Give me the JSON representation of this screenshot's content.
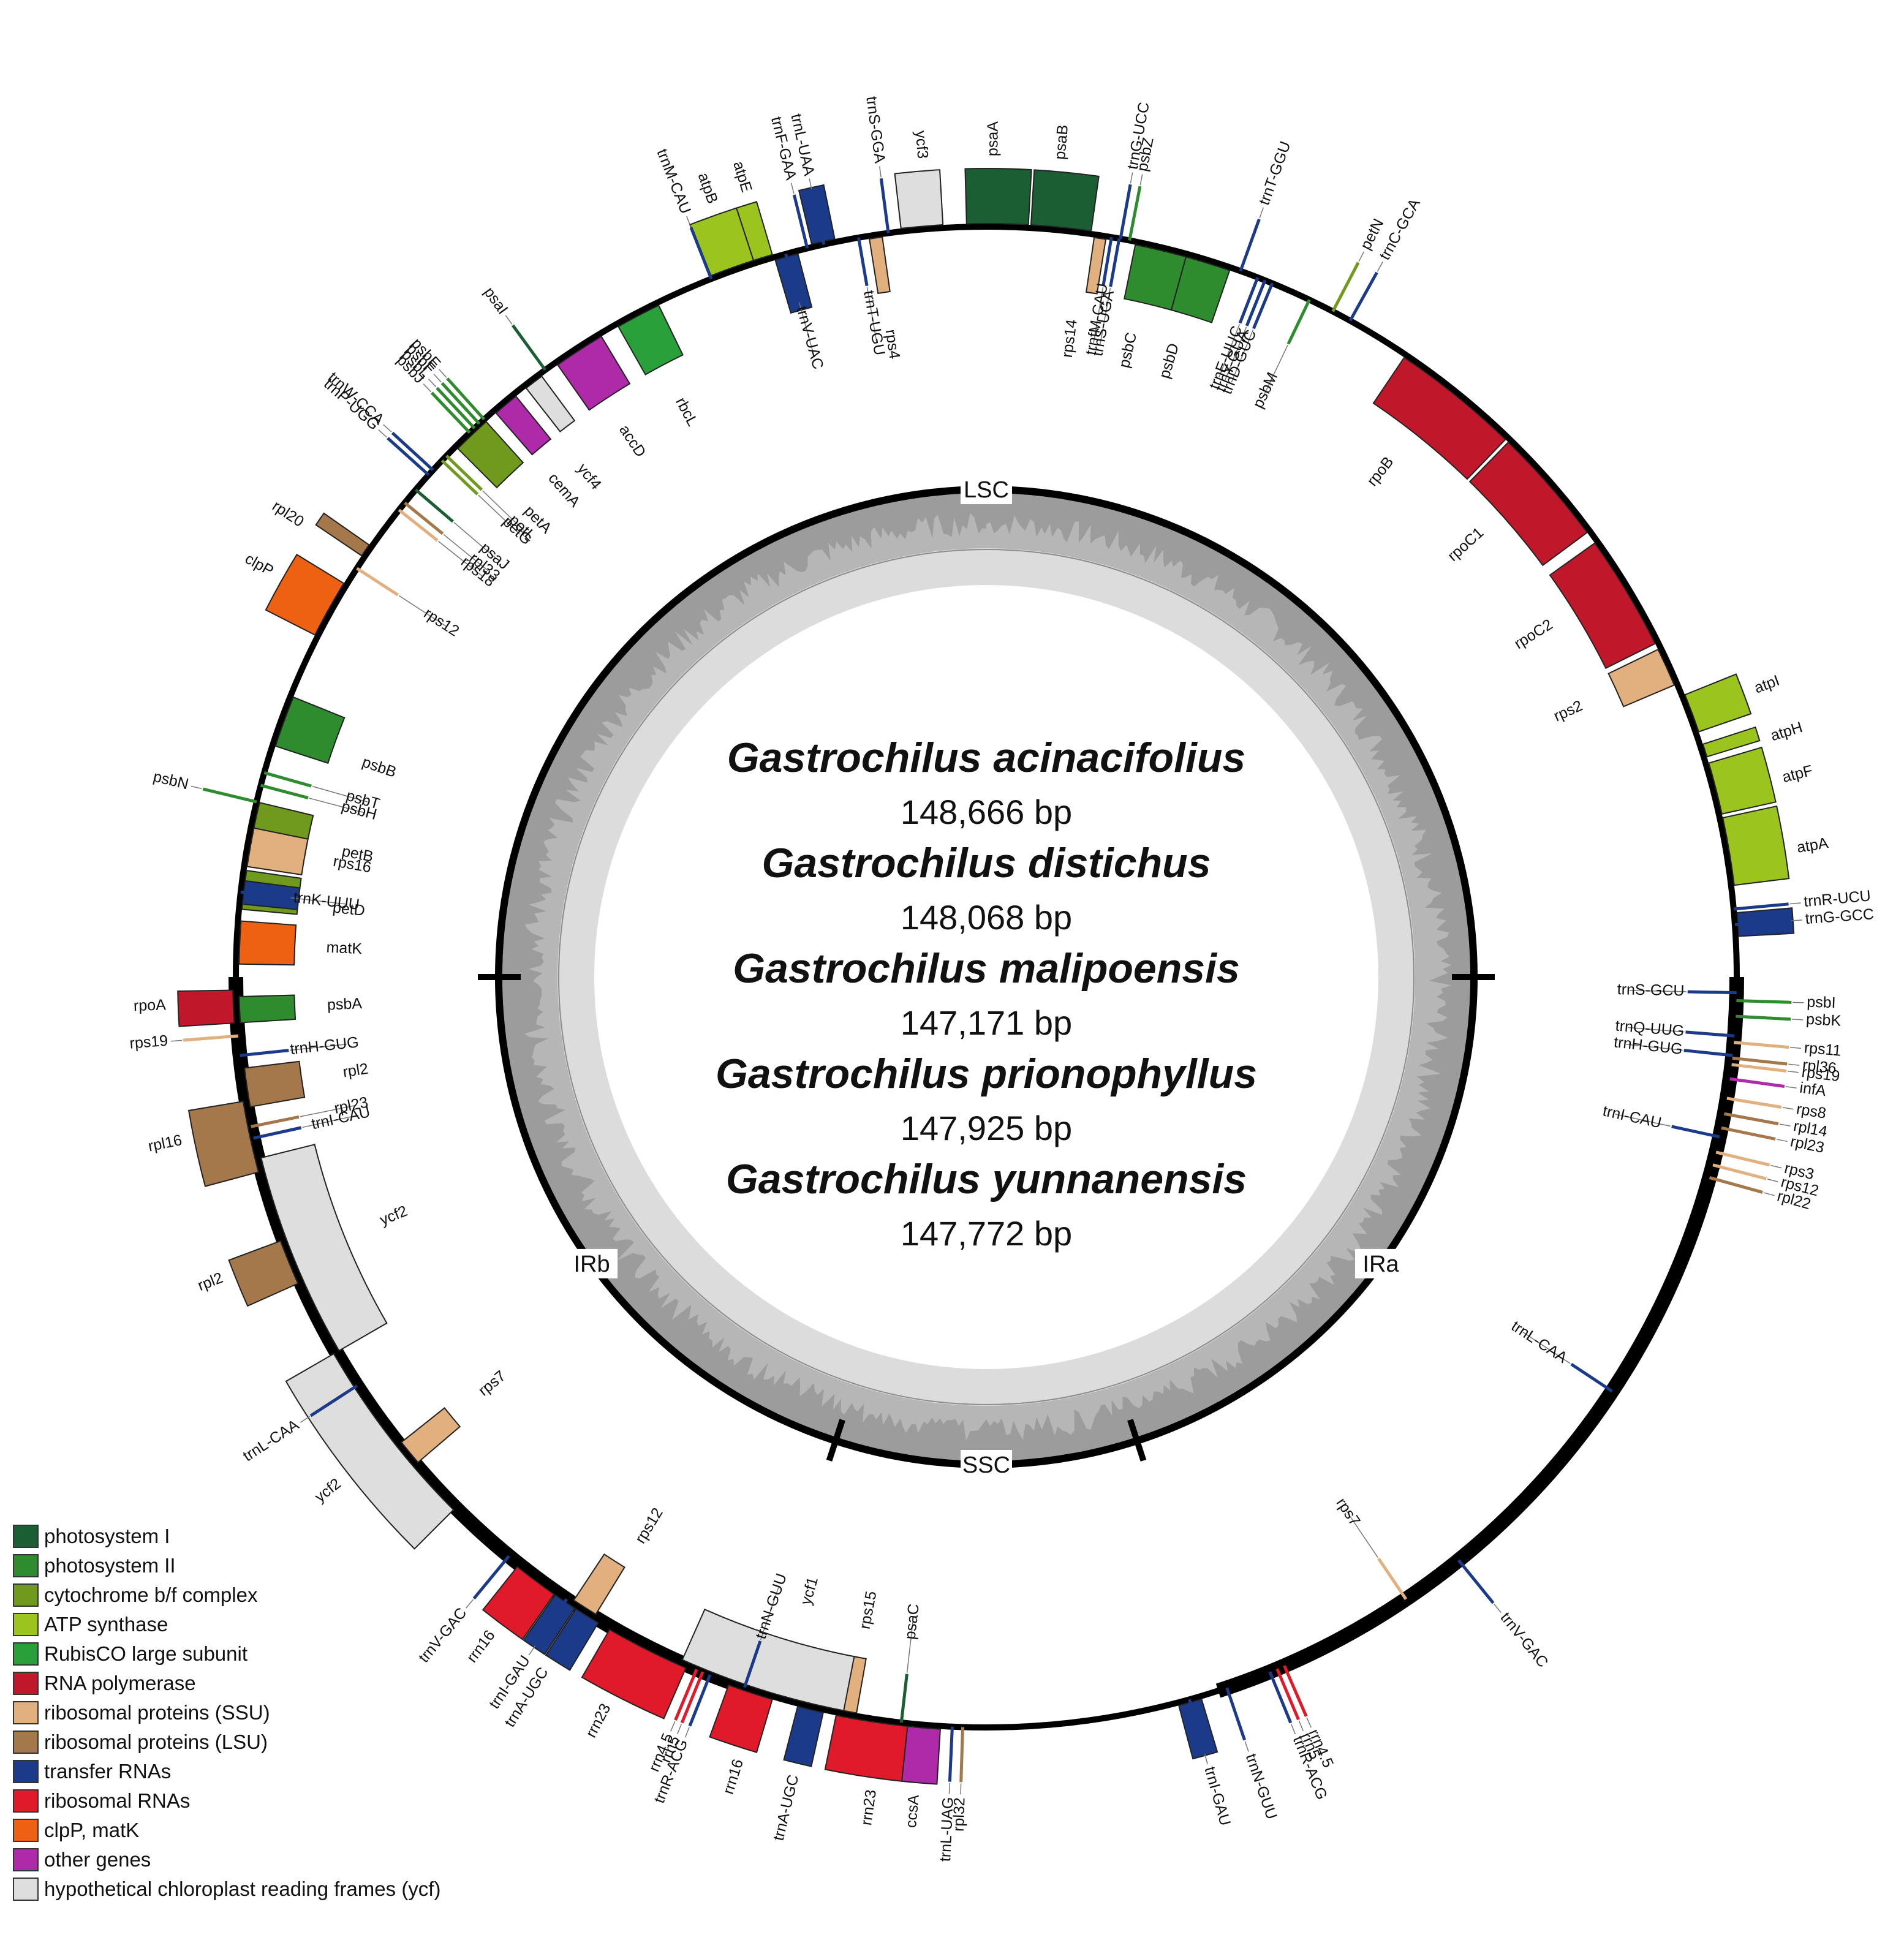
{
  "species": [
    {
      "name": "Gastrochilus acinacifolius",
      "size": "148,666 bp"
    },
    {
      "name": "Gastrochilus distichus",
      "size": "148,068 bp"
    },
    {
      "name": "Gastrochilus malipoensis",
      "size": "147,171 bp"
    },
    {
      "name": "Gastrochilus prionophyllus",
      "size": "147,925 bp"
    },
    {
      "name": "Gastrochilus yunnanensis",
      "size": "147,772 bp"
    }
  ],
  "regions": [
    {
      "label": "LSC",
      "angle": 0
    },
    {
      "label": "IRa",
      "angle": 126
    },
    {
      "label": "SSC",
      "angle": 180
    },
    {
      "label": "IRb",
      "angle": 234
    }
  ],
  "region_boundaries": [
    90,
    162,
    198,
    270
  ],
  "colors": {
    "ps1": "#1b5e33",
    "ps2": "#2e8b2e",
    "cyt": "#6f9a1e",
    "atp": "#9cc41f",
    "rbc": "#2aa03a",
    "rpo": "#c0182a",
    "ssu": "#e2b07f",
    "lsu": "#a4784a",
    "trna": "#1b3a8a",
    "rrna": "#e01a2a",
    "clp": "#ee6012",
    "other": "#ae2aa8",
    "ycf": "#dedede"
  },
  "legend": [
    {
      "label": "photosystem I",
      "cat": "ps1"
    },
    {
      "label": "photosystem II",
      "cat": "ps2"
    },
    {
      "label": "cytochrome b/f complex",
      "cat": "cyt"
    },
    {
      "label": "ATP synthase",
      "cat": "atp"
    },
    {
      "label": "RubisCO large subunit",
      "cat": "rbc"
    },
    {
      "label": "RNA polymerase",
      "cat": "rpo"
    },
    {
      "label": "ribosomal proteins (SSU)",
      "cat": "ssu"
    },
    {
      "label": "ribosomal proteins (LSU)",
      "cat": "lsu"
    },
    {
      "label": "transfer RNAs",
      "cat": "trna"
    },
    {
      "label": "ribosomal RNAs",
      "cat": "rrna"
    },
    {
      "label": "clpP, matK",
      "cat": "clp"
    },
    {
      "label": "other genes",
      "cat": "other"
    },
    {
      "label": "hypothetical chloroplast reading frames (ycf)",
      "cat": "ycf"
    }
  ],
  "genes": [
    {
      "name": "rps2",
      "cat": "ssu",
      "start": 64,
      "end": 67,
      "side": "in",
      "lab": 65.5
    },
    {
      "name": "atpI",
      "cat": "atp",
      "start": 68,
      "end": 71,
      "side": "out",
      "lab": 69.5
    },
    {
      "name": "atpH",
      "cat": "atp",
      "start": 72,
      "end": 73,
      "side": "out",
      "lab": 73
    },
    {
      "name": "atpF",
      "cat": "atp",
      "start": 73.5,
      "end": 77.5,
      "side": "out",
      "lab": 76
    },
    {
      "name": "atpA",
      "cat": "atp",
      "start": 77.8,
      "end": 83,
      "side": "out",
      "lab": 81
    },
    {
      "name": "rpoB",
      "cat": "rpo",
      "start": 34,
      "end": 44,
      "side": "in",
      "lab": 38
    },
    {
      "name": "rpoC1",
      "cat": "rpo",
      "start": 44.3,
      "end": 53.5,
      "side": "in",
      "lab": 48
    },
    {
      "name": "rpoC2",
      "cat": "rpo",
      "start": 54.5,
      "end": 63.5,
      "side": "in",
      "lab": 58
    },
    {
      "name": "psaA",
      "cat": "ps1",
      "start": -1.5,
      "end": 3.2,
      "side": "out",
      "lab": 0.5
    },
    {
      "name": "psaB",
      "cat": "ps1",
      "start": 3.4,
      "end": 8,
      "side": "out",
      "lab": 5.2
    },
    {
      "name": "rps14",
      "cat": "ssu",
      "start": 8.3,
      "end": 9.2,
      "side": "in",
      "lab": 7.5
    },
    {
      "name": "ycf3",
      "cat": "ycf",
      "start": -6.5,
      "end": -3.3,
      "side": "out",
      "lab": -4.5
    },
    {
      "name": "rps4",
      "cat": "ssu",
      "start": -9,
      "end": -8,
      "side": "in",
      "lab": -8.5
    },
    {
      "name": "psbC",
      "cat": "ps2",
      "start": 11.5,
      "end": 15.5,
      "side": "in",
      "lab": 12.8
    },
    {
      "name": "psbD",
      "cat": "ps2",
      "start": 15.5,
      "end": 19,
      "side": "in",
      "lab": 16.6
    },
    {
      "name": "atpE",
      "cat": "atp",
      "start": -18,
      "end": -16.5,
      "side": "out",
      "lab": -17
    },
    {
      "name": "atpB",
      "cat": "atp",
      "start": -21.5,
      "end": -18,
      "side": "out",
      "lab": -19.5
    },
    {
      "name": "rbcL",
      "cat": "rbc",
      "start": -29.5,
      "end": -26,
      "side": "in",
      "lab": -28
    },
    {
      "name": "accD",
      "cat": "other",
      "start": -35,
      "end": -31,
      "side": "in",
      "lab": -33.5
    },
    {
      "name": "ycf4",
      "cat": "ycf",
      "start": -38,
      "end": -36.5,
      "side": "in",
      "lab": -38.5
    },
    {
      "name": "cemA",
      "cat": "other",
      "start": -41,
      "end": -39,
      "side": "in",
      "lab": -41
    },
    {
      "name": "petA",
      "cat": "cyt",
      "start": -45,
      "end": -42,
      "side": "in",
      "lab": -44.5
    },
    {
      "name": "rpl20",
      "cat": "lsu",
      "start": -56,
      "end": -55,
      "side": "out",
      "lab": -56.5
    },
    {
      "name": "clpP",
      "cat": "clp",
      "start": -63,
      "end": -58.5,
      "side": "out",
      "lab": -60.5
    },
    {
      "name": "psbB",
      "cat": "ps2",
      "start": -72,
      "end": -68,
      "side": "in",
      "lab": -71
    },
    {
      "name": "petB",
      "cat": "cyt",
      "start": -80,
      "end": -76.5,
      "side": "in",
      "lab": -79
    },
    {
      "name": "petD",
      "cat": "cyt",
      "start": -84.8,
      "end": -81.8,
      "side": "in",
      "lab": -84
    },
    {
      "name": "rpoA",
      "cat": "rpo",
      "start": -93.5,
      "end": -91,
      "side": "out",
      "lab": -92
    },
    {
      "name": "rpl16",
      "cat": "lsu",
      "start": -105,
      "end": -99.5,
      "side": "out",
      "lab": -101.5
    },
    {
      "name": "rpl2",
      "cat": "lsu",
      "start": -114,
      "end": -110.5,
      "side": "out",
      "lab": -111.5
    },
    {
      "name": "ycf2",
      "cat": "ycf",
      "start": -135,
      "end": -120,
      "side": "out",
      "lab": -128
    },
    {
      "name": "rps12",
      "cat": "ssu",
      "start": -148.5,
      "end": -146.5,
      "side": "in",
      "lab": -148.5
    },
    {
      "name": "rrn16",
      "cat": "rrna",
      "start": -163.5,
      "end": -160,
      "side": "out",
      "lab": -162.5
    },
    {
      "name": "trnA-UGC",
      "cat": "trna",
      "start": -167.5,
      "end": -165.5,
      "side": "out",
      "lab": -166.5
    },
    {
      "name": "rrn23",
      "cat": "rrna",
      "start": -175,
      "end": -168.5,
      "side": "out",
      "lab": -172
    },
    {
      "name": "ccsA",
      "cat": "other",
      "start": 183.5,
      "end": 186,
      "side": "out",
      "lab": 185
    },
    {
      "name": "ycf1",
      "cat": "ycf",
      "start": 190.5,
      "end": 204,
      "side": "in",
      "lab": 196
    },
    {
      "name": "rps15",
      "cat": "ssu",
      "start": 190,
      "end": 191,
      "side": "in",
      "lab": 190.5
    },
    {
      "name": "rrn23",
      "cat": "rrna",
      "start": 203.5,
      "end": 210,
      "side": "out",
      "lab": 207.5
    },
    {
      "name": "trnA-UGC",
      "cat": "trna",
      "start": 211,
      "end": 213,
      "side": "out",
      "lab": 212.5
    },
    {
      "name": "rrn16",
      "cat": "rrna",
      "start": 215,
      "end": 218.5,
      "side": "out",
      "lab": 217
    },
    {
      "name": "rps7",
      "cat": "ssu",
      "start": 229.5,
      "end": 231.5,
      "side": "in",
      "lab": 230.5
    },
    {
      "name": "ycf2",
      "cat": "ycf",
      "start": 240,
      "end": 256,
      "side": "in",
      "lab": 248
    },
    {
      "name": "rpl2",
      "cat": "lsu",
      "start": 260,
      "end": 263,
      "side": "in",
      "lab": 261.5
    },
    {
      "name": "psbA",
      "cat": "ps2",
      "start": 266.5,
      "end": 268.5,
      "side": "in",
      "lab": 267.5
    },
    {
      "name": "matK",
      "cat": "clp",
      "start": 271,
      "end": 274.3,
      "side": "in",
      "lab": 272.5
    },
    {
      "name": "rps16",
      "cat": "ssu",
      "start": 278.5,
      "end": 281.5,
      "side": "in",
      "lab": 280
    }
  ],
  "ticks": [
    {
      "name": "trnL-UAA",
      "cat": "trna",
      "angle": -12.5,
      "side": "out",
      "block": true
    },
    {
      "name": "trnF-GAA",
      "cat": "trna",
      "angle": -13.8,
      "side": "out"
    },
    {
      "name": "trnS-GGA",
      "cat": "trna",
      "angle": -7.5,
      "side": "out"
    },
    {
      "name": "trnT-UGU",
      "cat": "trna",
      "angle": -9.8,
      "side": "in"
    },
    {
      "name": "trnM-CAU",
      "cat": "trna",
      "angle": -21.5,
      "side": "out"
    },
    {
      "name": "trnV-UAC",
      "cat": "trna",
      "angle": -15.5,
      "side": "in",
      "block": true
    },
    {
      "name": "trnfM-CAU",
      "cat": "trna",
      "angle": 9.6,
      "side": "in"
    },
    {
      "name": "trnS-UGA",
      "cat": "trna",
      "angle": 10.2,
      "side": "in"
    },
    {
      "name": "trnG-UCC",
      "cat": "trna",
      "angle": 10.3,
      "side": "out"
    },
    {
      "name": "psbZ",
      "cat": "ps2",
      "angle": 11,
      "side": "out"
    },
    {
      "name": "trnT-GGU",
      "cat": "trna",
      "angle": 19.8,
      "side": "out"
    },
    {
      "name": "trnE-UUC",
      "cat": "trna",
      "angle": 21.2,
      "side": "in"
    },
    {
      "name": "trnY-GUA",
      "cat": "trna",
      "angle": 21.8,
      "side": "in"
    },
    {
      "name": "trnD-GUC",
      "cat": "trna",
      "angle": 22.4,
      "side": "in"
    },
    {
      "name": "psbM",
      "cat": "ps2",
      "angle": 25.5,
      "side": "in"
    },
    {
      "name": "petN",
      "cat": "cyt",
      "angle": 27.5,
      "side": "out"
    },
    {
      "name": "trnC-GCA",
      "cat": "trna",
      "angle": 29,
      "side": "out"
    },
    {
      "name": "trnR-UCU",
      "cat": "trna",
      "angle": 84.8,
      "side": "out"
    },
    {
      "name": "trnG-GCC",
      "cat": "trna",
      "angle": 86,
      "side": "out",
      "block": true
    },
    {
      "name": "trnS-GCU",
      "cat": "trna",
      "angle": 91.2,
      "side": "in"
    },
    {
      "name": "psbI",
      "cat": "ps2",
      "angle": 91.8,
      "side": "out"
    },
    {
      "name": "psbK",
      "cat": "ps2",
      "angle": 93,
      "side": "out"
    },
    {
      "name": "trnQ-UUG",
      "cat": "trna",
      "angle": 94.5,
      "side": "in"
    },
    {
      "name": "trnK-UUU",
      "cat": "trna",
      "angle": 276.5,
      "side": "in",
      "block": true
    },
    {
      "name": "trnH-GUG",
      "cat": "trna",
      "angle": 264,
      "side": "in"
    },
    {
      "name": "rps19",
      "cat": "ssu",
      "angle": 265.5,
      "side": "out"
    },
    {
      "name": "rpl23",
      "cat": "lsu",
      "angle": 258.5,
      "side": "in"
    },
    {
      "name": "trnI-CAU",
      "cat": "trna",
      "angle": 257.6,
      "side": "in"
    },
    {
      "name": "trnL-CAA",
      "cat": "trna",
      "angle": 237,
      "side": "out"
    },
    {
      "name": "trnV-GAC",
      "cat": "trna",
      "angle": 219.5,
      "side": "out"
    },
    {
      "name": "trnI-GAU",
      "cat": "trna",
      "angle": 214,
      "side": "out",
      "block": true
    },
    {
      "name": "rrn4.5",
      "cat": "rrna",
      "angle": 202.7,
      "side": "out"
    },
    {
      "name": "rrn5",
      "cat": "rrna",
      "angle": 202.2,
      "side": "out"
    },
    {
      "name": "trnR-ACG",
      "cat": "trna",
      "angle": 201.6,
      "side": "out"
    },
    {
      "name": "trnN-GUU",
      "cat": "trna",
      "angle": 198.8,
      "side": "in"
    },
    {
      "name": "psaC",
      "cat": "ps1",
      "angle": 186.5,
      "side": "in"
    },
    {
      "name": "trnL-UAG",
      "cat": "trna",
      "angle": 182.6,
      "side": "out"
    },
    {
      "name": "rpl32",
      "cat": "lsu",
      "angle": 181.8,
      "side": "out"
    },
    {
      "name": "trnN-GUU",
      "cat": "trna",
      "angle": 161.3,
      "side": "out"
    },
    {
      "name": "trnR-ACG",
      "cat": "trna",
      "angle": 157.8,
      "side": "out"
    },
    {
      "name": "rrn5",
      "cat": "rrna",
      "angle": 157.2,
      "side": "out"
    },
    {
      "name": "rrn4.5",
      "cat": "rrna",
      "angle": 156.6,
      "side": "out"
    },
    {
      "name": "trnI-GAU",
      "cat": "trna",
      "angle": 164.3,
      "side": "out",
      "block": true
    },
    {
      "name": "trnV-GAC",
      "cat": "trna",
      "angle": 141,
      "side": "out"
    },
    {
      "name": "rps7",
      "cat": "ssu",
      "angle": 146,
      "side": "in"
    },
    {
      "name": "trnL-CAA",
      "cat": "trna",
      "angle": 123.5,
      "side": "in"
    },
    {
      "name": "trnH-GUG",
      "cat": "trna",
      "angle": 96,
      "side": "in"
    },
    {
      "name": "trnI-CAU",
      "cat": "trna",
      "angle": 102.3,
      "side": "in"
    },
    {
      "name": "rpl23",
      "cat": "lsu",
      "angle": 101.6,
      "side": "out"
    },
    {
      "name": "rps19",
      "cat": "ssu",
      "angle": 96.7,
      "side": "out"
    },
    {
      "name": "rps3",
      "cat": "ssu",
      "angle": 103.5,
      "side": "out"
    },
    {
      "name": "rpl22",
      "cat": "lsu",
      "angle": 105.5,
      "side": "out"
    },
    {
      "name": "rps12",
      "cat": "ssu",
      "angle": 104.5,
      "side": "out"
    },
    {
      "name": "rpl14",
      "cat": "lsu",
      "angle": 100.5,
      "side": "out"
    },
    {
      "name": "rps8",
      "cat": "ssu",
      "angle": 99.3,
      "side": "out"
    },
    {
      "name": "infA",
      "cat": "other",
      "angle": 97.8,
      "side": "out"
    },
    {
      "name": "rpl36",
      "cat": "lsu",
      "angle": 96.2,
      "side": "out"
    },
    {
      "name": "rps11",
      "cat": "ssu",
      "angle": 95,
      "side": "out"
    },
    {
      "name": "psbN",
      "cat": "ps2",
      "angle": -76.5,
      "side": "out"
    },
    {
      "name": "psbH",
      "cat": "ps2",
      "angle": -75.2,
      "side": "in"
    },
    {
      "name": "psbT",
      "cat": "ps2",
      "angle": -74.2,
      "side": "in"
    },
    {
      "name": "rps12",
      "cat": "ssu",
      "angle": -57,
      "side": "in"
    },
    {
      "name": "rps18",
      "cat": "ssu",
      "angle": -51.5,
      "side": "in"
    },
    {
      "name": "rpl33",
      "cat": "lsu",
      "angle": -50.8,
      "side": "in"
    },
    {
      "name": "psaJ",
      "cat": "ps1",
      "angle": -49.5,
      "side": "in"
    },
    {
      "name": "petG",
      "cat": "cyt",
      "angle": -46.5,
      "side": "in"
    },
    {
      "name": "petL",
      "cat": "cyt",
      "angle": -46,
      "side": "in"
    },
    {
      "name": "psbJ",
      "cat": "ps2",
      "angle": -43.5,
      "side": "out"
    },
    {
      "name": "psbL",
      "cat": "ps2",
      "angle": -43,
      "side": "out"
    },
    {
      "name": "psbF",
      "cat": "ps2",
      "angle": -42.5,
      "side": "out"
    },
    {
      "name": "psbE",
      "cat": "ps2",
      "angle": -42,
      "side": "out"
    },
    {
      "name": "trnW-CCA",
      "cat": "trna",
      "angle": -47.5,
      "side": "out"
    },
    {
      "name": "trnP-UGG",
      "cat": "trna",
      "angle": -48,
      "side": "out"
    },
    {
      "name": "psaI",
      "cat": "ps1",
      "angle": -36,
      "side": "out"
    }
  ]
}
